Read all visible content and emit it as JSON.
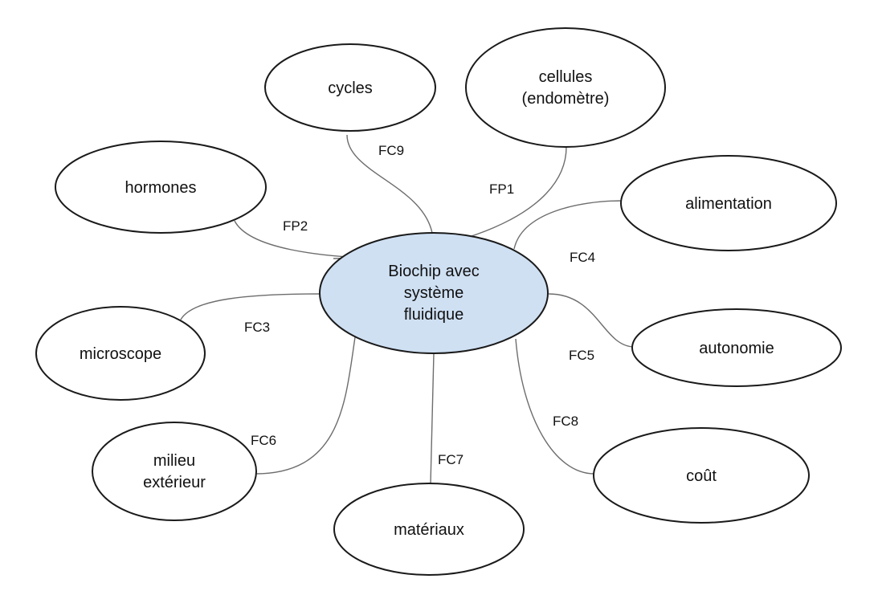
{
  "center": {
    "lines": [
      "Biochip avec",
      "système",
      "fluidique"
    ],
    "fill": "#cfe0f3"
  },
  "nodes": {
    "cycles": {
      "lines": [
        "cycles"
      ]
    },
    "cellules": {
      "lines": [
        "cellules",
        "(endomètre)"
      ]
    },
    "hormones": {
      "lines": [
        "hormones"
      ]
    },
    "alimentation": {
      "lines": [
        "alimentation"
      ]
    },
    "microscope": {
      "lines": [
        "microscope"
      ]
    },
    "autonomie": {
      "lines": [
        "autonomie"
      ]
    },
    "milieu": {
      "lines": [
        "milieu",
        "extérieur"
      ]
    },
    "materiaux": {
      "lines": [
        "matériaux"
      ]
    },
    "cout": {
      "lines": [
        "coût"
      ]
    }
  },
  "edges": {
    "fc9": "FC9",
    "fp1": "FP1",
    "fp2": "FP2",
    "fc4": "FC4",
    "fc3": "FC3",
    "fc5": "FC5",
    "fc6": "FC6",
    "fc7": "FC7",
    "fc8": "FC8"
  }
}
